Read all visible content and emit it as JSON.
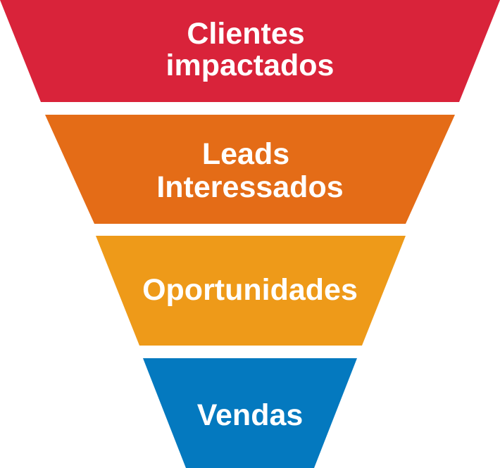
{
  "funnel": {
    "stages": [
      {
        "lines": [
          "Clientes",
          "impactados"
        ],
        "color": "#d9233a"
      },
      {
        "lines": [
          "Leads",
          "Interessados"
        ],
        "color": "#e46c17"
      },
      {
        "lines": [
          "Oportunidades"
        ],
        "color": "#ee9a19"
      },
      {
        "lines": [
          "Vendas"
        ],
        "color": "#0479bf"
      }
    ]
  }
}
